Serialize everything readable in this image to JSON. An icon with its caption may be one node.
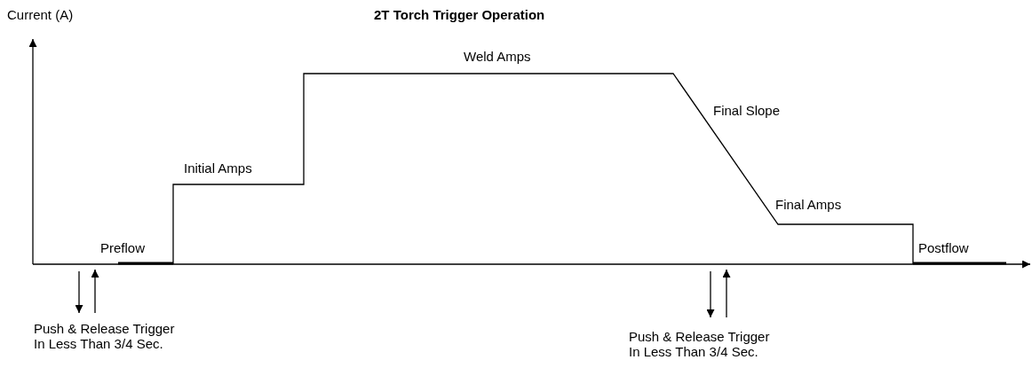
{
  "diagram": {
    "title": "2T Torch Trigger Operation",
    "labels": [
      "Current (A)",
      "Weld Amps",
      "Final Slope",
      "Initial Amps",
      "Final Amps",
      "Preflow",
      "Postflow",
      "Push & Release Trigger In Less Than 3/4 Sec.",
      "Push & Release Trigger In Less Than 3/4 Sec."
    ]
  }
}
